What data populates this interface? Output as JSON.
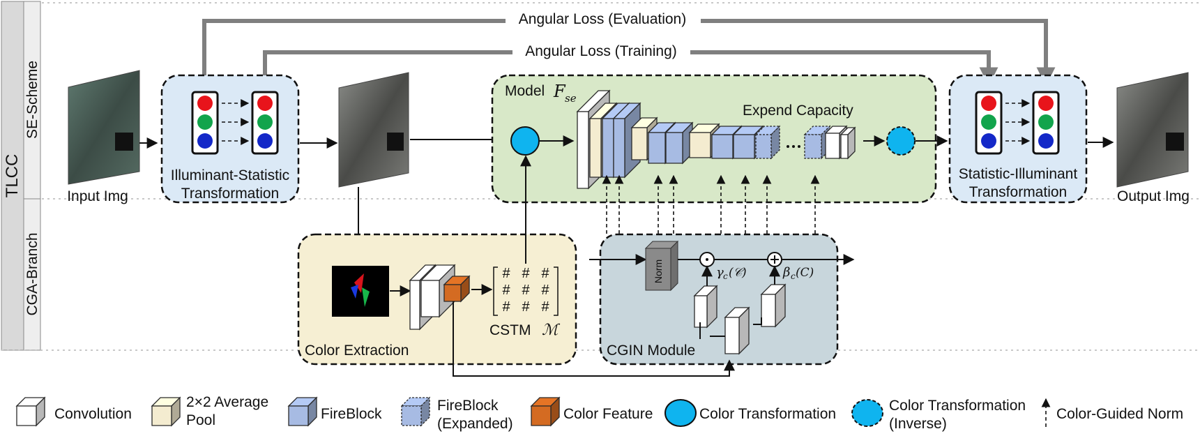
{
  "sidebar": {
    "main_label": "TLCC",
    "top_label": "SE-Scheme",
    "bottom_label": "CGA-Branch"
  },
  "losses": {
    "evaluation": "Angular Loss (Evaluation)",
    "training": "Angular Loss (Training)"
  },
  "images": {
    "input": "Input Img",
    "output": "Output Img"
  },
  "boxes": {
    "ist_line1": "Illuminant-Statistic",
    "ist_line2": "Transformation",
    "sit_line1": "Statistic-Illuminant",
    "sit_line2": "Transformation",
    "model": "Model",
    "model_symbol": "F",
    "model_subscript": "se",
    "expend": "Expend Capacity",
    "color_extraction": "Color Extraction",
    "cstm": "CSTM",
    "cstm_symbol": "ℳ",
    "cstm_cell": "#",
    "cgin": "CGIN Module",
    "norm": "Norm",
    "gamma": "γ",
    "gamma_sub": "c",
    "gamma_arg": "(𝒞)",
    "beta": "β",
    "beta_sub": "c",
    "beta_arg": "(C)"
  },
  "legend": {
    "convolution": "Convolution",
    "avgpool_line1": "2×2 Average",
    "avgpool_line2": "Pool",
    "fireblock": "FireBlock",
    "fireblock_exp_line1": "FireBlock",
    "fireblock_exp_line2": "(Expanded)",
    "color_feature": "Color Feature",
    "color_transformation": "Color Transformation",
    "color_transformation_inv_line1": "Color Transformation",
    "color_transformation_inv_line2": "(Inverse)",
    "color_guided_norm": "Color-Guided Norm"
  },
  "colors": {
    "se_box": "#dbe9f6",
    "model_box": "#d8e8c8",
    "color_extraction_box": "#f6efd3",
    "cgin_box": "#c8d6dc",
    "fireblock": "#a7bbe3",
    "avgpool": "#f4ecd0",
    "color_feature": "#d46b22",
    "color_transformation": "#0fb4ef",
    "loss_line": "#7f7f7f",
    "sidebar": "#d9d9d9",
    "red": "#e8141b",
    "green": "#12a44c",
    "blue": "#1428c8"
  }
}
